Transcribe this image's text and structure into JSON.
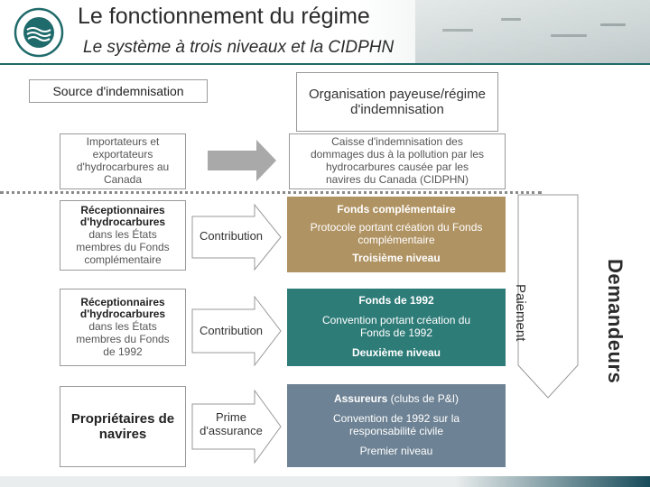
{
  "header": {
    "title": "Le fonctionnement du régime",
    "subtitle": "Le système à trois niveaux et la CIDPHN"
  },
  "labels": {
    "source": "Source d'indemnisation",
    "organisation": "Organisation payeuse/régime d'indemnisation"
  },
  "left_boxes": [
    {
      "lines": [
        "Importateurs et",
        "exportateurs",
        "d'hydrocarbures au",
        "Canada"
      ]
    },
    {
      "bold": [
        "Réceptionnaires",
        "d'hydrocarbures"
      ],
      "lines": [
        "dans les États",
        "membres du Fonds",
        "complémentaire"
      ]
    },
    {
      "bold": [
        "Réceptionnaires",
        "d'hydrocarbures"
      ],
      "lines": [
        "dans les États",
        "membres du Fonds",
        "de 1992"
      ]
    },
    {
      "bold": [
        "Propriétaires de",
        "navires"
      ],
      "lines": []
    }
  ],
  "arrows": {
    "contribution_1": "Contribution",
    "contribution_2": "Contribution",
    "prime_1": "Prime",
    "prime_2": "d'assurance"
  },
  "right_boxes": {
    "cidphn": [
      "Caisse d'indemnisation des",
      "dommages dus à la pollution par les",
      "hydrocarbures causée par les",
      "navires du Canada (CIDPHN)"
    ],
    "supplementary": {
      "title": "Fonds complémentaire",
      "lines": [
        "Protocole portant création du Fonds",
        "complémentaire"
      ],
      "level": "Troisième niveau"
    },
    "fund1992": {
      "title": "Fonds de 1992",
      "lines": [
        "Convention portant création du",
        "Fonds de 1992"
      ],
      "level": "Deuxième niveau"
    },
    "insurers": {
      "title": "Assureurs",
      "title_suffix": " (clubs de P&I)",
      "lines": [
        "Convention de 1992 sur la",
        "responsabilité civile"
      ],
      "level": "Premier niveau"
    }
  },
  "side": {
    "paiement": "Paiement",
    "demandeurs": "Demandeurs"
  },
  "colors": {
    "brown": "#b09363",
    "teal": "#2e7c78",
    "slate": "#6d8294",
    "header_rule": "#1f6a6a"
  },
  "icons": [
    "emblem-logo-icon",
    "arrow-right-icon",
    "arrow-down-icon"
  ]
}
